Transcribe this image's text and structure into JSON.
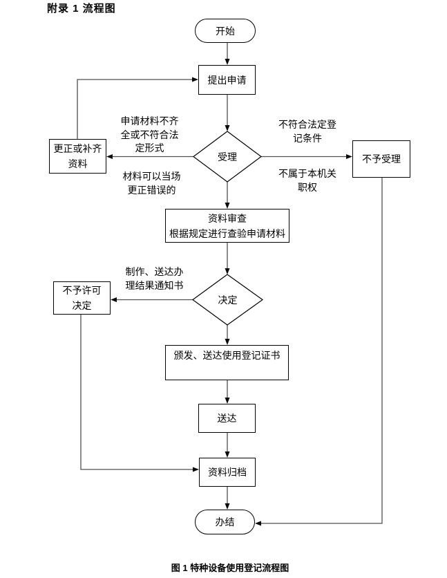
{
  "document": {
    "title": "附录 1 流程图",
    "caption": "图 1 特种设备使用登记流程图"
  },
  "flowchart": {
    "nodes": {
      "start": "开始",
      "submit": "提出申请",
      "accept": "受理",
      "correct": "更正或补齐\n资料",
      "reject": "不予受理",
      "review": "资料审查\n根据规定进行查验申请材料",
      "decide": "决定",
      "deny": "不予许可\n决定",
      "issue": "颁发、送达使用登记证书",
      "deliver": "送达",
      "archive": "资料归档",
      "end": "办结"
    },
    "edge_labels": {
      "materials_incomplete": "申请材料不齐\n全或不符合法\n定形式",
      "correctable_on_spot": "材料可以当场\n更正错误的",
      "not_meet_conditions": "不符合法定登\n记条件",
      "not_authority": "不属于本机关\n职权",
      "make_deliver_notice": "制作、送达办\n理结果通知书"
    },
    "colors": {
      "background": "#ffffff",
      "node_border": "#000000",
      "connector_line": "#4f4f4f",
      "arrowhead": "#0a0a0a",
      "text": "#000000"
    }
  }
}
